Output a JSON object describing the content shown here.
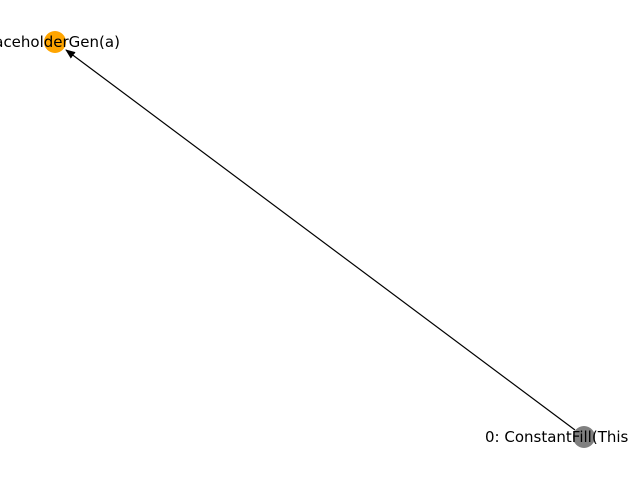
{
  "graph": {
    "nodes": [
      {
        "id": "a",
        "label": "laceholderGen(a)",
        "color": "#ffa500"
      },
      {
        "id": "0",
        "label": "0: ConstantFill(This",
        "color": "#808080"
      }
    ],
    "edges": [
      {
        "from": "0",
        "to": "a",
        "directed": true,
        "color": "#000000"
      }
    ]
  }
}
